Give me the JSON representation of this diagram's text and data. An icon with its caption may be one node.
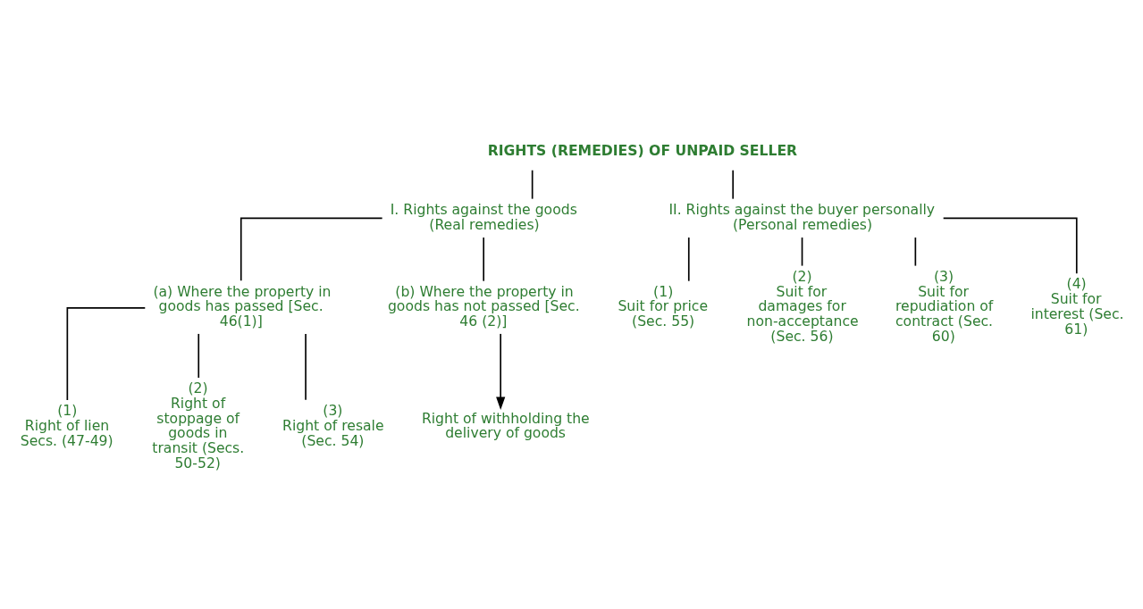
{
  "diagram": {
    "nodes": [
      {
        "text": [
          "RIGHTS (REMEDIES) OF UNPAID SELLER"
        ]
      },
      {
        "text": [
          "I. Rights against the goods (Real remedies)"
        ]
      },
      {
        "text": [
          "II. Rights against the buyer personally (Personal remedies)"
        ]
      },
      {
        "text": [
          "(a) Where the property in goods has passed [Sec. 46(1)]"
        ]
      },
      {
        "text": [
          "(b) Where the property in goods has not passed [Sec. 46 (2)]"
        ]
      },
      {
        "text": [
          "(1)",
          "Right of lien Secs. (47-49)"
        ]
      },
      {
        "text": [
          "(2)",
          "Right of stoppage of goods in transit (Secs. 50-52)"
        ]
      },
      {
        "text": [
          "(3)",
          "Right of resale (Sec. 54)"
        ]
      },
      {
        "text": [
          "Right of withholding the delivery of goods"
        ]
      },
      {
        "text": [
          "(1)",
          "Suit for price (Sec. 55)"
        ]
      },
      {
        "text": [
          "(2)",
          "Suit for damages for non-acceptance (Sec. 56)"
        ]
      },
      {
        "text": [
          "(3)",
          "Suit for repudiation of contract (Sec. 60)"
        ]
      },
      {
        "text": [
          "(4)",
          "Suit for interest (Sec. 61)"
        ]
      }
    ],
    "edges": [
      {
        "from": 0,
        "to": 1,
        "arrow": "none"
      },
      {
        "from": 0,
        "to": 2,
        "arrow": "none"
      },
      {
        "from": 1,
        "to": 3,
        "arrow": "none"
      },
      {
        "from": 1,
        "to": 4,
        "arrow": "none"
      },
      {
        "from": 3,
        "to": 5,
        "arrow": "none"
      },
      {
        "from": 3,
        "to": 6,
        "arrow": "none"
      },
      {
        "from": 3,
        "to": 7,
        "arrow": "none"
      },
      {
        "from": 4,
        "to": 8,
        "arrow": "to"
      },
      {
        "from": 2,
        "to": 9,
        "arrow": "none"
      },
      {
        "from": 2,
        "to": 10,
        "arrow": "none"
      },
      {
        "from": 2,
        "to": 11,
        "arrow": "none"
      },
      {
        "from": 2,
        "to": 12,
        "arrow": "none"
      }
    ]
  }
}
